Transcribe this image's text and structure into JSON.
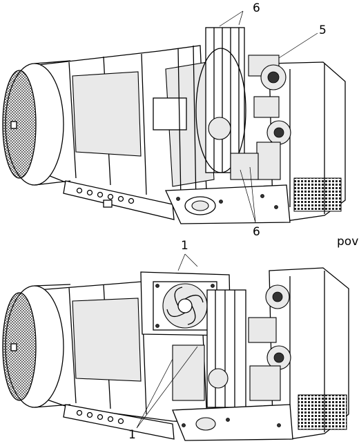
{
  "callouts": {
    "top_6_upper": "6",
    "top_5": "5",
    "top_6_lower": "6",
    "bottom_1_upper": "1",
    "bottom_1_lower": "1"
  },
  "side_text": "pov"
}
